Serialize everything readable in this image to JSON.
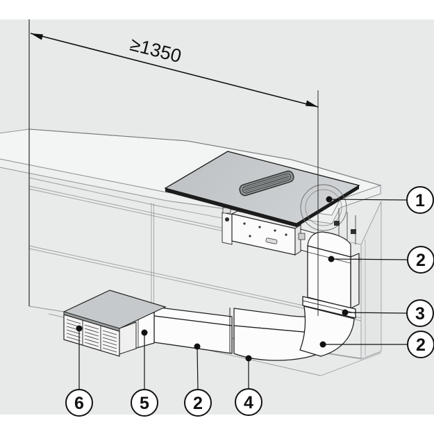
{
  "dimension": {
    "label": "≥1350"
  },
  "callouts": {
    "c1": {
      "label": "1"
    },
    "c2a": {
      "label": "2"
    },
    "c3": {
      "label": "3"
    },
    "c2b": {
      "label": "2"
    },
    "c6": {
      "label": "6"
    },
    "c5": {
      "label": "5"
    },
    "c2c": {
      "label": "2"
    },
    "c4": {
      "label": "4"
    }
  },
  "colors": {
    "background_band": "#e8e9e9",
    "line": "#1a1a1a",
    "cooktop_glass": "#c4c7c9",
    "duct": "#fcfcfc",
    "grille_lid": "#c6c9cb"
  }
}
